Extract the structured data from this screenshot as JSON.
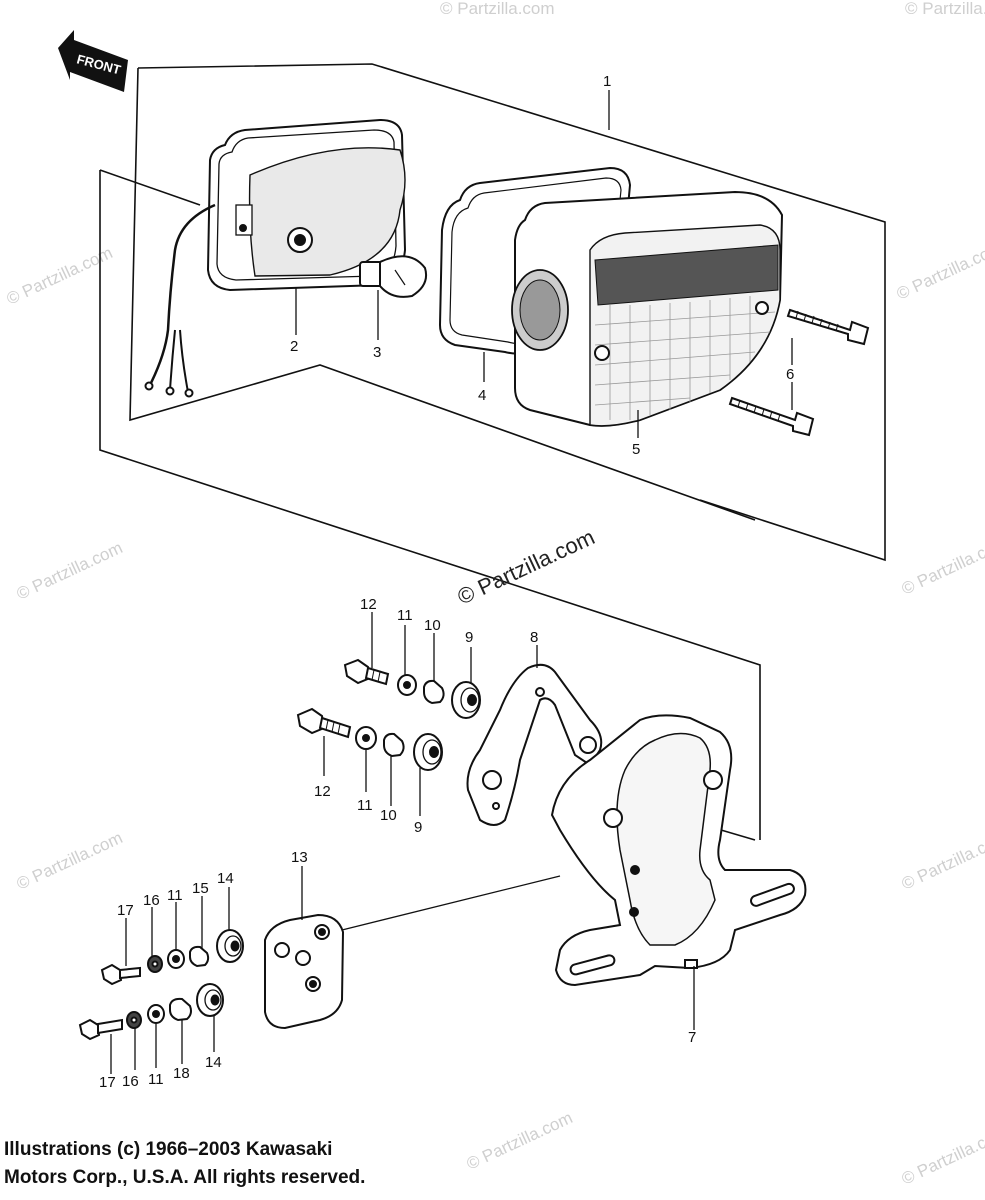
{
  "front_label": "FRONT",
  "watermark_center": "© Partzilla.com",
  "watermarks": [
    "© Partzilla.com",
    "© Partzilla.com",
    "© Partzilla.com",
    "© Partzilla.com",
    "© Partzilla.com",
    "© Partzilla.com",
    "© Partzilla.com",
    "© Partzilla.com",
    "© Partzilla.com",
    "© Partzilla.com"
  ],
  "callouts": {
    "c1": "1",
    "c2": "2",
    "c3": "3",
    "c4": "4",
    "c5": "5",
    "c6": "6",
    "c7": "7",
    "c8": "8",
    "c9a": "9",
    "c9b": "9",
    "c10a": "10",
    "c10b": "10",
    "c11a": "11",
    "c11b": "11",
    "c11c": "11",
    "c11d": "11",
    "c12a": "12",
    "c12b": "12",
    "c13": "13",
    "c14a": "14",
    "c14b": "14",
    "c15": "15",
    "c16a": "16",
    "c16b": "16",
    "c17a": "17",
    "c17b": "17",
    "c18": "18"
  },
  "copyright": {
    "line1": "Illustrations (c) 1966–2003 Kawasaki",
    "line2": "Motors Corp., U.S.A.  All rights reserved."
  }
}
